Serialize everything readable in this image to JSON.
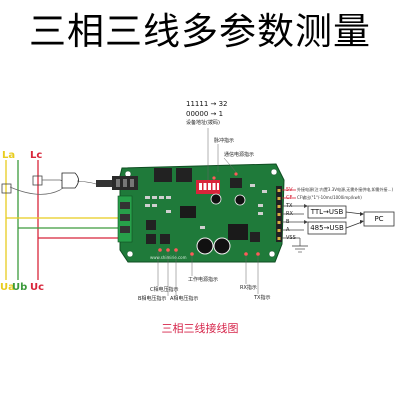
{
  "title": "三相三线多参数测量",
  "caption": "三相三线接线图",
  "address": {
    "line1": "11111 → 32",
    "line2": "00000 → 1",
    "label": "设备地址(拨码)"
  },
  "phase_labels": {
    "la": "La",
    "lc": "Lc",
    "ua": "Ua",
    "ub": "Ub",
    "uc": "Uc"
  },
  "indicators": {
    "pulse": "脉冲指示",
    "comm_power": "通信电源指示",
    "work_power": "工作电源指示",
    "c_voltage": "C相电压指示",
    "b_voltage": "B相电压指示",
    "a_voltage": "A相电压指示",
    "rx": "RX指示",
    "tx": "TX指示"
  },
  "pins": [
    {
      "name": "5V",
      "desc": "外接电源(注:内置3.3V电源,无需外接供电,如需外接…)"
    },
    {
      "name": "CF",
      "desc": "CF输出(\"1\"/-10ms/1000imp/kwh)"
    },
    {
      "name": "TX",
      "desc": ""
    },
    {
      "name": "RX",
      "desc": ""
    },
    {
      "name": "B",
      "desc": ""
    },
    {
      "name": "A",
      "desc": ""
    },
    {
      "name": "VSS",
      "desc": ""
    }
  ],
  "converters": {
    "ttl": "TTL→USB",
    "rs485": "485→USB",
    "pc": "PC"
  },
  "board_text": "www.shimirie.com",
  "colors": {
    "phase_a": "#e8cc1e",
    "phase_b": "#3c9a3c",
    "phase_c": "#d8253a",
    "board": "#1f7a3a",
    "accent": "#d6264b"
  }
}
